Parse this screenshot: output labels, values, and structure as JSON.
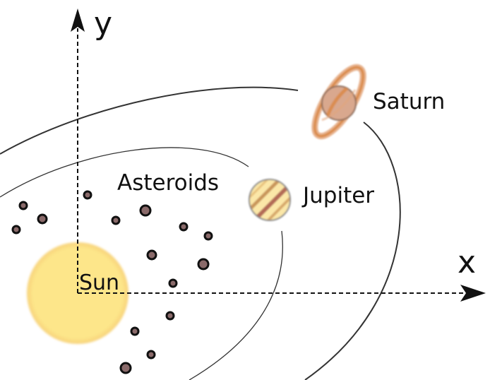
{
  "axes": {
    "x_label": "x",
    "y_label": "y"
  },
  "bodies": {
    "sun": {
      "label": "Sun",
      "color": "#fde68a"
    },
    "jupiter": {
      "label": "Jupiter"
    },
    "saturn": {
      "label": "Saturn",
      "color": "#d98a4a"
    },
    "asteroids": {
      "label": "Asteroids",
      "color": "#8a6a6a"
    }
  }
}
